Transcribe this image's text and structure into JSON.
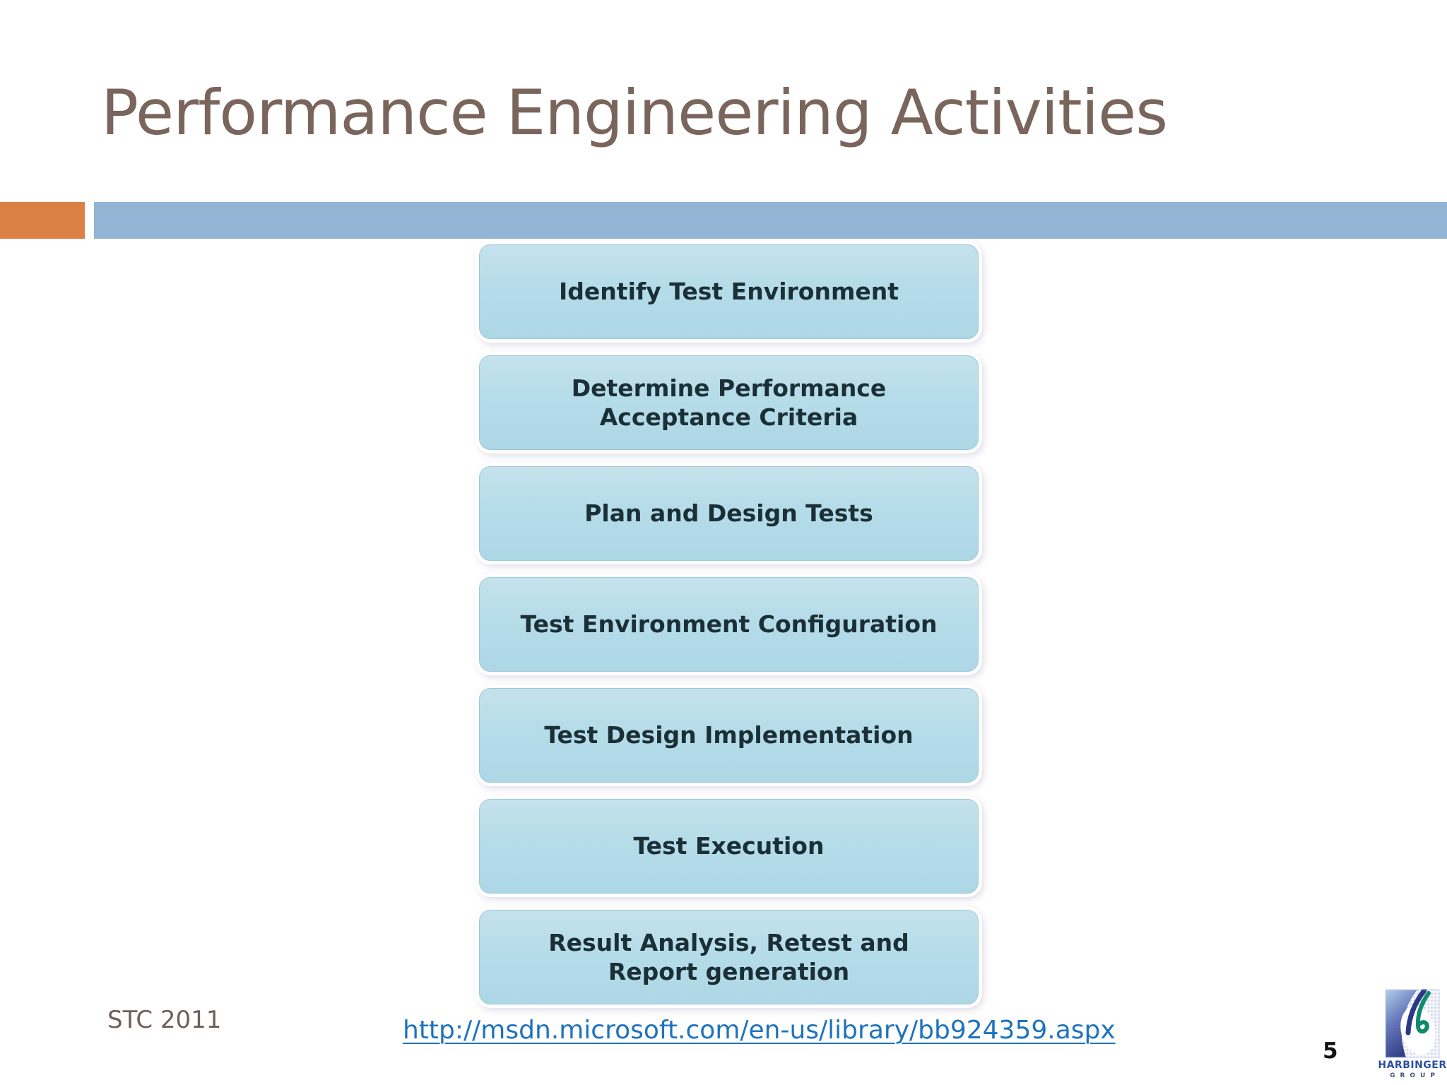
{
  "slide": {
    "title": "Performance Engineering Activities",
    "footer_left": "STC 2011",
    "footer_link": "http://msdn.microsoft.com/en-us/library/bb924359.aspx",
    "page_number": "5"
  },
  "diagram": {
    "steps": [
      {
        "label": "Identify Test Environment"
      },
      {
        "label": "Determine Performance Acceptance Criteria"
      },
      {
        "label": "Plan and Design Tests"
      },
      {
        "label": "Test Environment Configuration"
      },
      {
        "label": "Test Design Implementation"
      },
      {
        "label": "Test Execution"
      },
      {
        "label": "Result Analysis, Retest and Report generation"
      }
    ]
  },
  "logo": {
    "name": "HARBINGER",
    "group_label": "GROUP"
  },
  "colors": {
    "title_text": "#7a655d",
    "accent_orange": "#dd8046",
    "accent_blue": "#92b4d5",
    "box_fill": "#b5dce9",
    "box_text": "#1b2f36",
    "link_blue": "#1e73be",
    "logo_navy": "#23307e",
    "logo_green": "#0f8a6a"
  }
}
